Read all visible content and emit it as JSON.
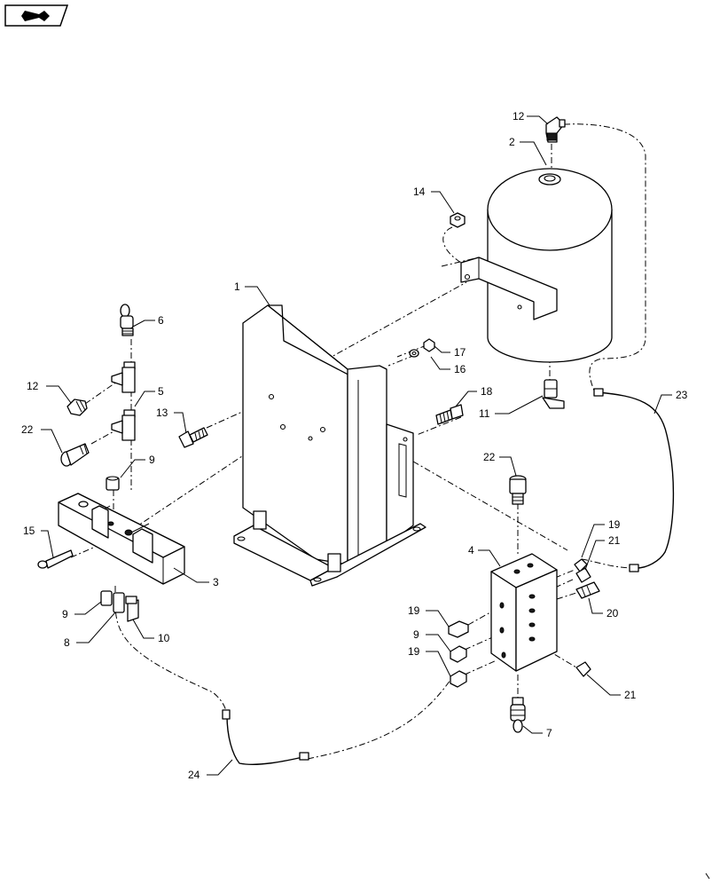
{
  "diagram": {
    "title_icon": "navigation-arrow-icon",
    "callouts": [
      {
        "id": "c12a",
        "text": "12"
      },
      {
        "id": "c2",
        "text": "2"
      },
      {
        "id": "c14",
        "text": "14"
      },
      {
        "id": "c1",
        "text": "1"
      },
      {
        "id": "c6",
        "text": "6"
      },
      {
        "id": "c17",
        "text": "17"
      },
      {
        "id": "c16",
        "text": "16"
      },
      {
        "id": "c12b",
        "text": "12"
      },
      {
        "id": "c5",
        "text": "5"
      },
      {
        "id": "c13",
        "text": "13"
      },
      {
        "id": "c18",
        "text": "18"
      },
      {
        "id": "c11",
        "text": "11"
      },
      {
        "id": "c23",
        "text": "23"
      },
      {
        "id": "c22a",
        "text": "22"
      },
      {
        "id": "c9a",
        "text": "9"
      },
      {
        "id": "c22b",
        "text": "22"
      },
      {
        "id": "c15",
        "text": "15"
      },
      {
        "id": "c3",
        "text": "3"
      },
      {
        "id": "c4",
        "text": "4"
      },
      {
        "id": "c19a",
        "text": "19"
      },
      {
        "id": "c21a",
        "text": "21"
      },
      {
        "id": "c20",
        "text": "20"
      },
      {
        "id": "c9b",
        "text": "9"
      },
      {
        "id": "c8",
        "text": "8"
      },
      {
        "id": "c10",
        "text": "10"
      },
      {
        "id": "c19b",
        "text": "19"
      },
      {
        "id": "c9c",
        "text": "9"
      },
      {
        "id": "c19c",
        "text": "19"
      },
      {
        "id": "c21b",
        "text": "21"
      },
      {
        "id": "c7",
        "text": "7"
      },
      {
        "id": "c24",
        "text": "24"
      }
    ]
  }
}
